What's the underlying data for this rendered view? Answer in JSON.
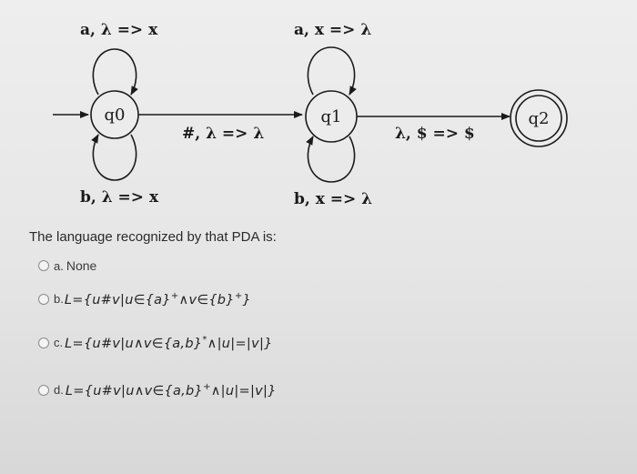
{
  "diagram": {
    "states": [
      {
        "id": "q0",
        "label": "q0"
      },
      {
        "id": "q1",
        "label": "q1"
      },
      {
        "id": "q2",
        "label": "q2",
        "accepting": true
      }
    ],
    "transitions": {
      "q0_top_loop": "a, λ => x",
      "q0_bottom_loop": "b, λ => x",
      "q0_to_q1": "#, λ => λ",
      "q1_top_loop": "a, x => λ",
      "q1_bottom_loop": "b, x => λ",
      "q1_to_q2": "λ, $ => $"
    }
  },
  "question": {
    "text": "The language recognized by that PDA is:"
  },
  "options": [
    {
      "letter": "a.",
      "text": "None"
    },
    {
      "letter": "b.",
      "formula_main": "L={u#v|u∈{a}",
      "sup1": "+",
      "formula_mid": "∧v∈{b}",
      "sup2": "+",
      "formula_end": "}"
    },
    {
      "letter": "c.",
      "formula_main": "L={u#v|u∧v∈{a,b}",
      "sup1": "*",
      "formula_end": "∧|u|=|v|}"
    },
    {
      "letter": "d.",
      "formula_main": "L={u#v|u∧v∈{a,b}",
      "sup1": "+",
      "formula_end": "∧|u|=|v|}"
    }
  ]
}
